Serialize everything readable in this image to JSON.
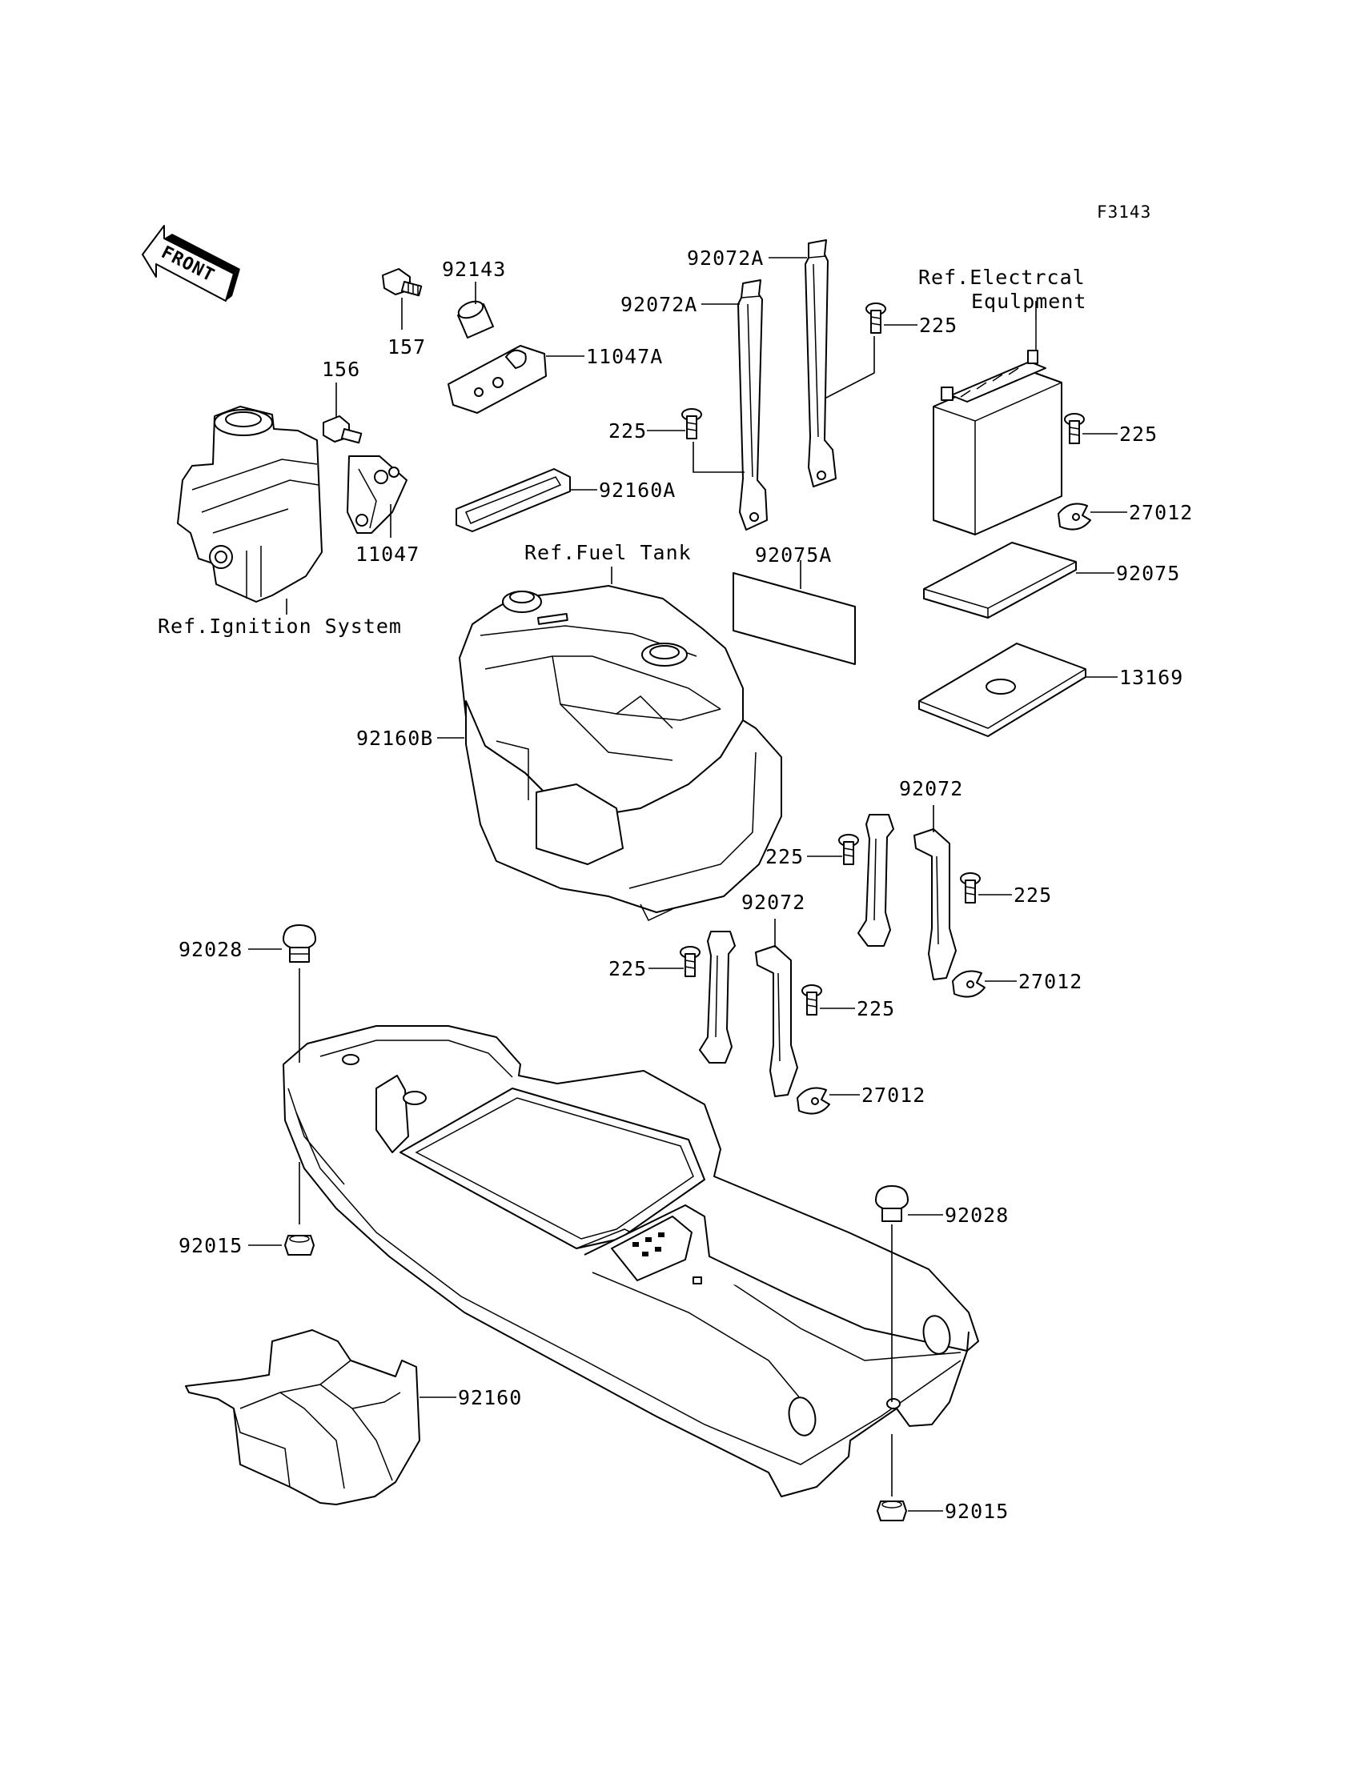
{
  "figure_code": "F3143",
  "front_label": "FRONT",
  "callouts": {
    "c92143": "92143",
    "c157": "157",
    "c11047A": "11047A",
    "c156": "156",
    "c11047": "11047",
    "c92160A": "92160A",
    "c92072A_top": "92072A",
    "c92072A_left": "92072A",
    "c225_a": "225",
    "c225_b": "225",
    "c225_c": "225",
    "c27012_a": "27012",
    "c92075": "92075",
    "c92075A": "92075A",
    "c13169": "13169",
    "c92160B": "92160B",
    "c92072_right": "92072",
    "c225_d": "225",
    "c225_e": "225",
    "c27012_b": "27012",
    "c92072_left": "92072",
    "c225_f": "225",
    "c225_g": "225",
    "c27012_c": "27012",
    "c92028_left": "92028",
    "c92015_left": "92015",
    "c92028_right": "92028",
    "c92015_right": "92015",
    "c92160": "92160"
  },
  "references": {
    "electrical_1": "Ref.Electrcal",
    "electrical_2": "Equlpment",
    "fuel_tank": "Ref.Fuel Tank",
    "ignition": "Ref.Ignition System"
  }
}
